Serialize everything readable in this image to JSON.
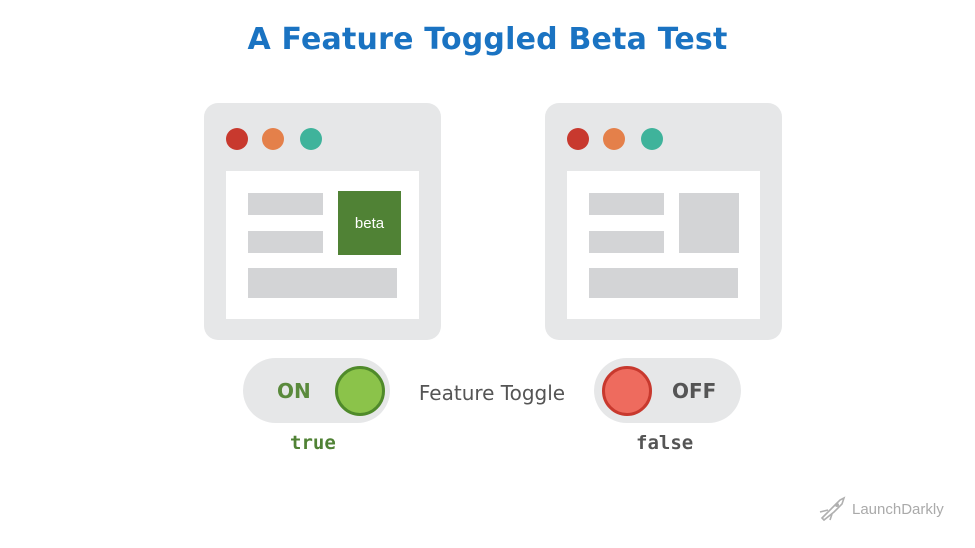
{
  "title": "A Feature Toggled Beta Test",
  "left_window": {
    "feature_label": "beta"
  },
  "toggle_on": {
    "label": "ON",
    "value": "true"
  },
  "toggle_off": {
    "label": "OFF",
    "value": "false"
  },
  "middle_label": "Feature Toggle",
  "logo": {
    "text": "LaunchDarkly"
  },
  "colors": {
    "title": "#1a73c2",
    "window_bg": "#e6e7e8",
    "dot_red": "#c8392e",
    "dot_orange": "#e4804a",
    "dot_teal": "#3fb39b",
    "beta_box": "#508235",
    "on_knob": "#8bc34a",
    "off_knob": "#ee6b5e"
  }
}
